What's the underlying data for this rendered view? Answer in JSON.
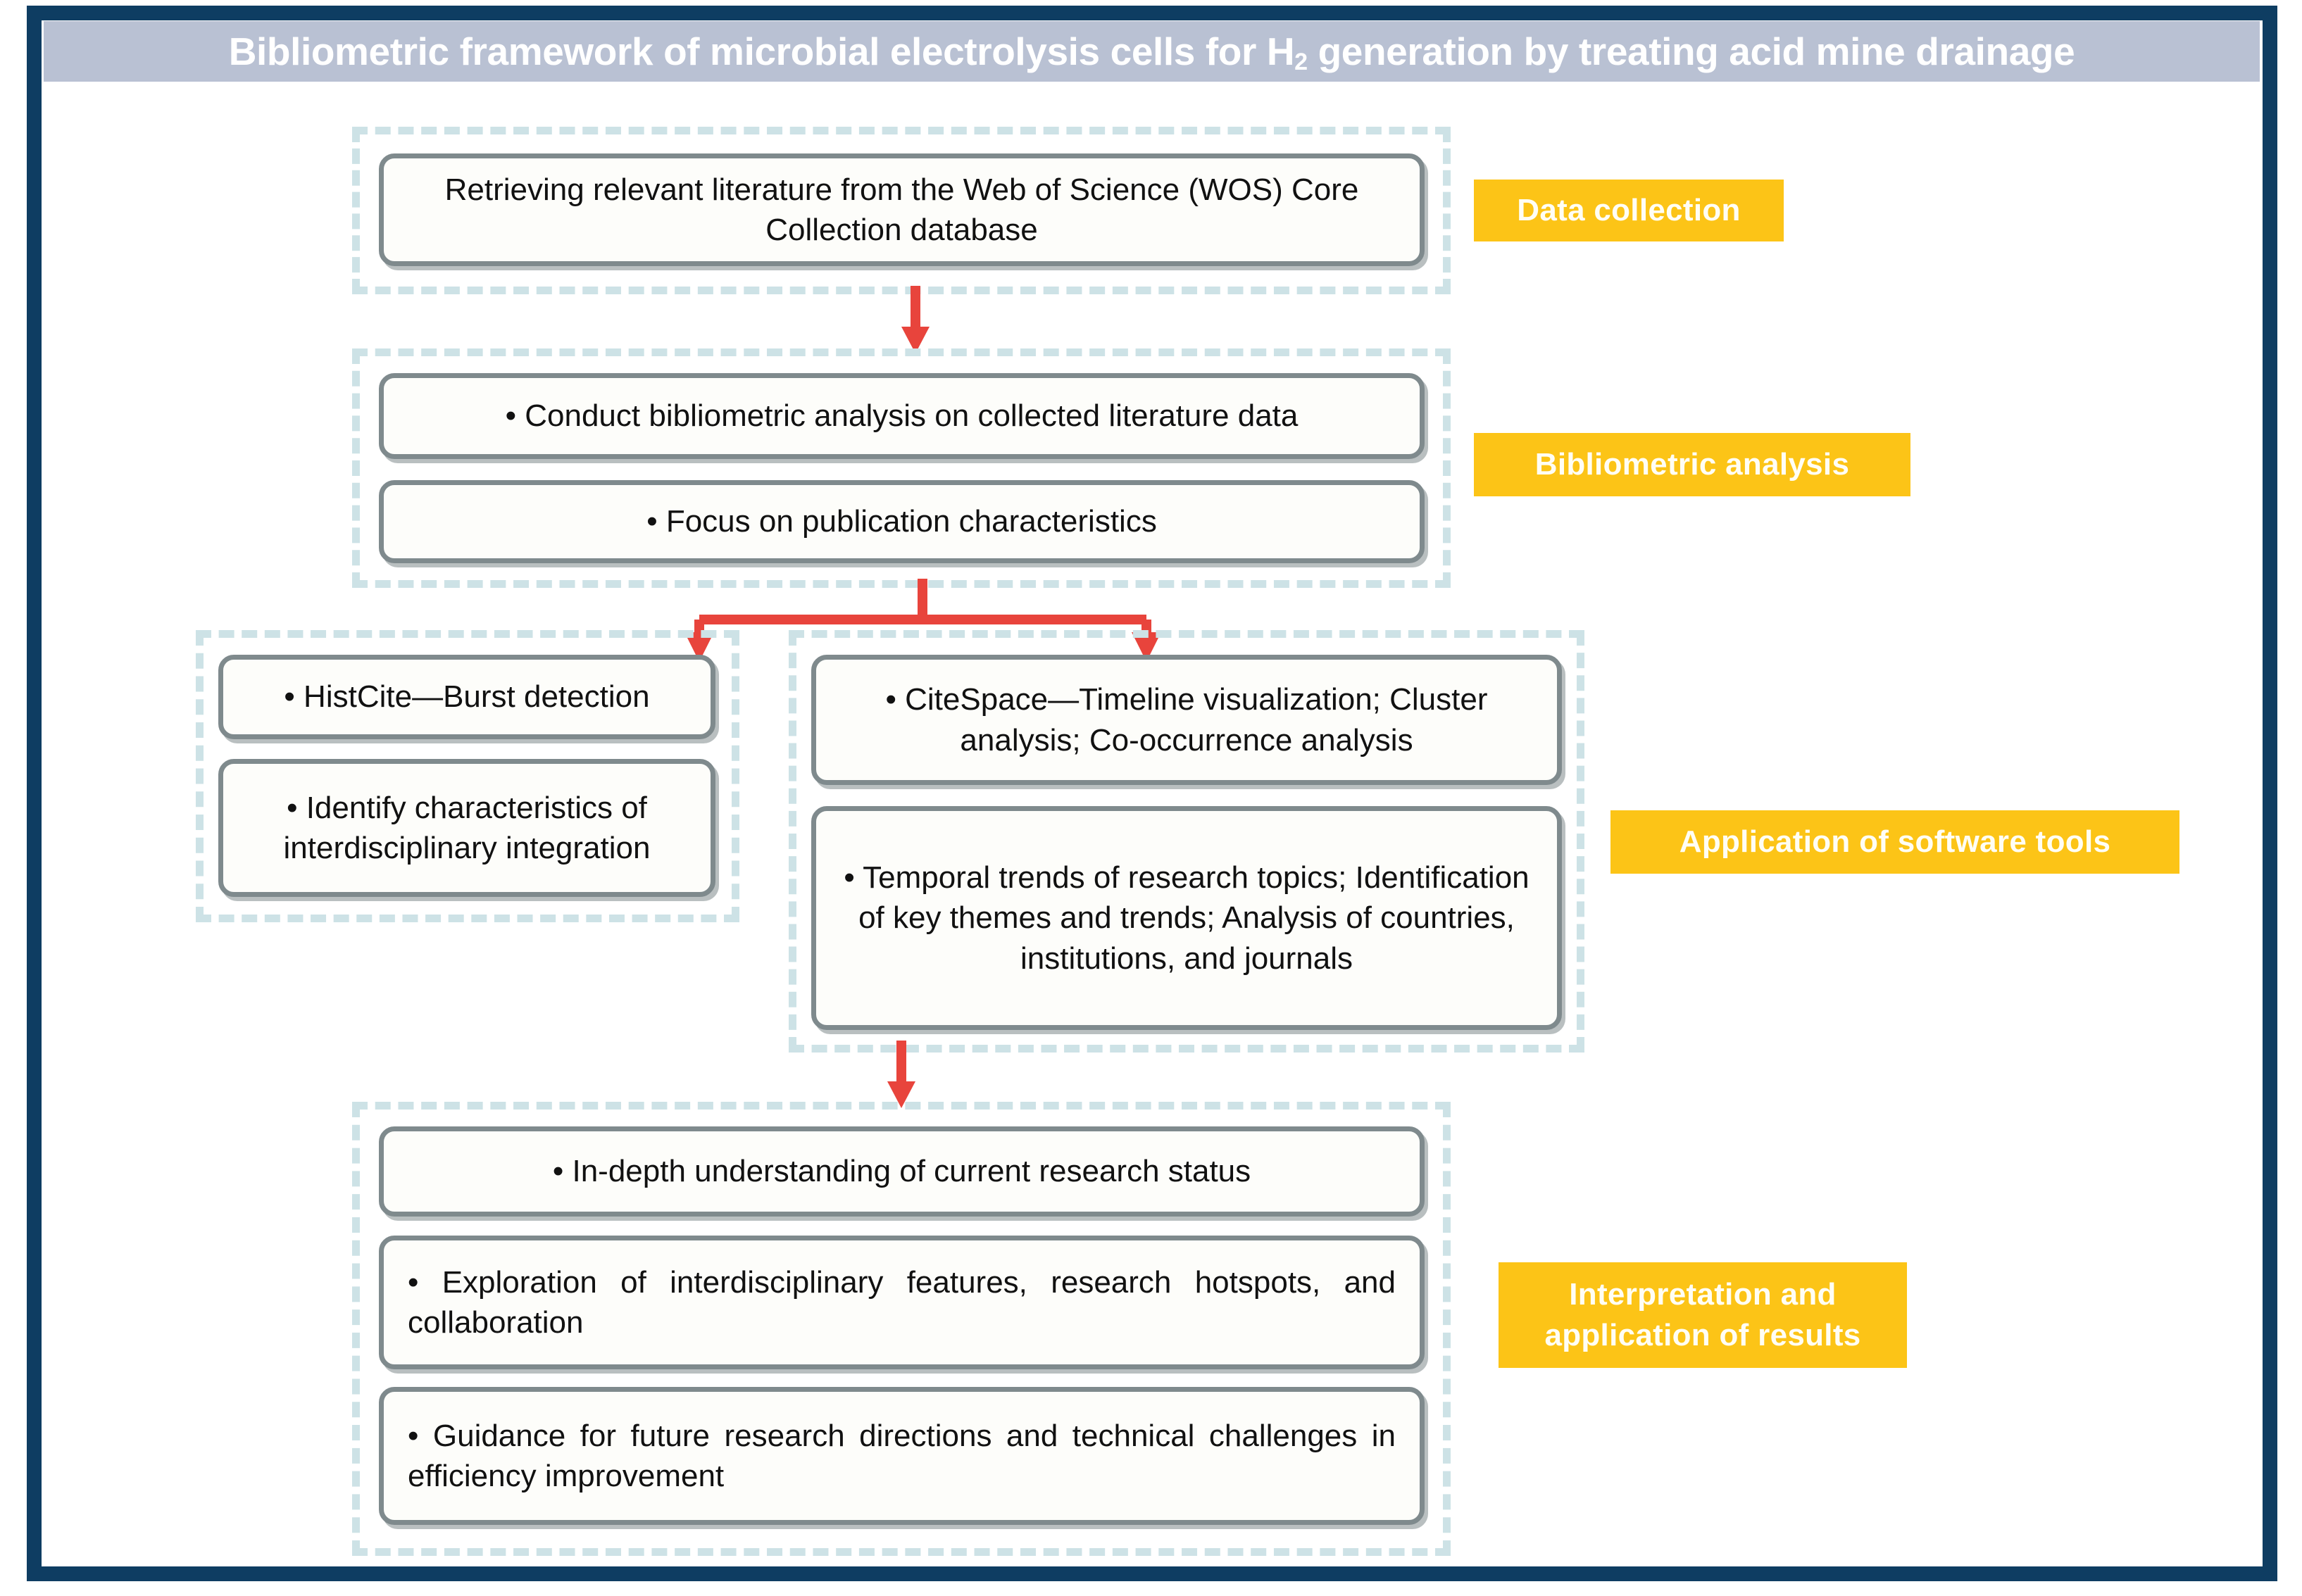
{
  "figure": {
    "title_prefix": "Bibliometric framework of microbial electrolysis cells for H",
    "title_subscript": "2",
    "title_suffix": " generation by treating acid mine drainage",
    "title_full": "Bibliometric framework of microbial electrolysis cells for H2 generation by treating acid mine drainage"
  },
  "colors": {
    "frame_navy": "#0E3D62",
    "title_bar_bg": "#B9C1D3",
    "title_text": "#FFFFFF",
    "badge_yellow": "#FCC417",
    "badge_text": "#FFFEF5",
    "dotted_border": "#CDE2E6",
    "node_border": "#7F8A8D",
    "node_fill": "#FDFDFA",
    "arrow_red": "#E8443C"
  },
  "stages": [
    {
      "id": "data-collection",
      "badge": "Data collection",
      "nodes": [
        {
          "id": "wos-retrieval",
          "text": "Retrieving relevant literature from the Web of Science (WOS) Core Collection database"
        }
      ]
    },
    {
      "id": "bibliometric-analysis",
      "badge": "Bibliometric analysis",
      "nodes": [
        {
          "id": "conduct-analysis",
          "text": "• Conduct bibliometric analysis on collected literature data"
        },
        {
          "id": "publication-characteristics",
          "text": "• Focus on publication characteristics"
        }
      ]
    },
    {
      "id": "software-tools-left",
      "badge": "",
      "nodes": [
        {
          "id": "histcite-burst",
          "text": "• HistCite—Burst detection"
        },
        {
          "id": "interdisciplinary-integration",
          "text": "• Identify characteristics of interdisciplinary integration"
        }
      ]
    },
    {
      "id": "software-tools-right",
      "badge": "Application of software tools",
      "nodes": [
        {
          "id": "citespace-timeline",
          "text": "• CiteSpace—Timeline visualization; Cluster analysis; Co-occurrence analysis"
        },
        {
          "id": "temporal-trends",
          "text": "• Temporal trends of research topics; Identification of key themes and trends; Analysis of countries, institutions, and journals"
        }
      ]
    },
    {
      "id": "interpretation",
      "badge": "Interpretation and\napplication of results",
      "nodes": [
        {
          "id": "research-status",
          "text": "• In-depth understanding of current research status"
        },
        {
          "id": "exploration-features",
          "text": "•  Exploration  of  interdisciplinary  features,  research hotspots, and collaboration"
        },
        {
          "id": "future-guidance",
          "text": "•  Guidance  for  future  research  directions  and  technical challenges in efficiency improvement"
        }
      ]
    }
  ],
  "connectors": [
    {
      "id": "arrow-collection-to-analysis",
      "kind": "straight-down"
    },
    {
      "id": "arrow-analysis-branch",
      "kind": "split-left-right"
    },
    {
      "id": "arrow-software-to-interpretation",
      "kind": "straight-down"
    }
  ]
}
